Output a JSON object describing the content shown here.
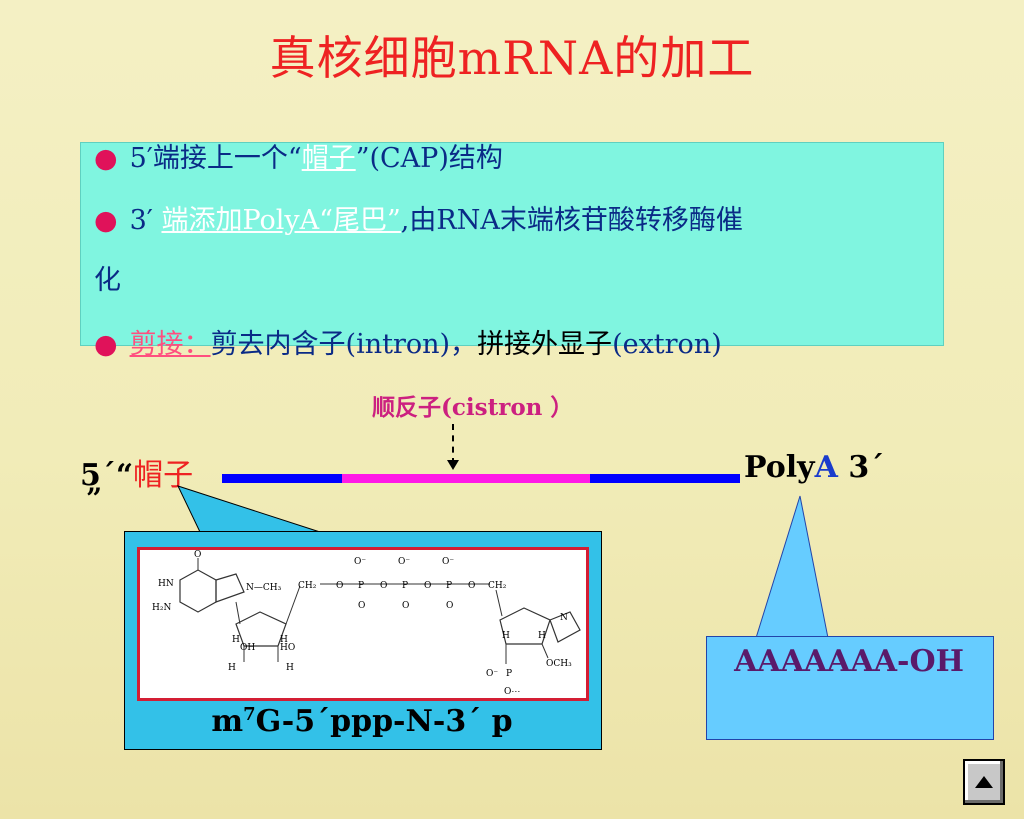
{
  "title": "真核细胞mRNA的加工",
  "bullets": {
    "b1_prefix": "5′端接上一个“",
    "b1_link": "帽子",
    "b1_suffix": "”(CAP)结构",
    "b2_prefix": "3′",
    "b2_link": "端添加PolyA“尾巴”",
    "b2_suffix": ",由RNA末端核苷酸转移酶催",
    "b2_cont": "化",
    "b3_link": "剪接：",
    "b3_mid": "剪去内含子(intron)，",
    "b3_dark": "拼接外显子",
    "b3_end": "(extron)"
  },
  "diagram": {
    "cistron_label": "顺反子(cistron ）",
    "five_prime": "5´“",
    "cap_label": "帽子",
    "close_quote": "”",
    "poly_prefix": "Poly",
    "poly_a": "A",
    "three_prime": " 3´",
    "cap_formula_m": "m",
    "cap_formula_sup": "7",
    "cap_formula_rest": "G-5´ppp-N-3´ p",
    "tail_text": "AAAAAAA-OH"
  },
  "structure_labels": {
    "hn": "HN",
    "h2n": "H₂N",
    "n_ch3": "N—CH₃",
    "o": "O",
    "oh": "OH",
    "ho": "HO",
    "h": "H",
    "ch2": "CH₂",
    "p": "P",
    "o_minus": "O⁻",
    "n": "N",
    "och3": "OCH₃",
    "o_dots": "O⋯"
  },
  "colors": {
    "title_red": "#ee2222",
    "cyan_box": "#80f5e0",
    "bullet_text": "#0a2a86",
    "bullet_dot": "#e0125a",
    "segment_blue": "#0000ff",
    "segment_pink": "#ff19e6",
    "cap_box": "#33c1e8",
    "tail_box": "#66ccff"
  },
  "nav": {
    "icon": "triangle-up-icon"
  }
}
